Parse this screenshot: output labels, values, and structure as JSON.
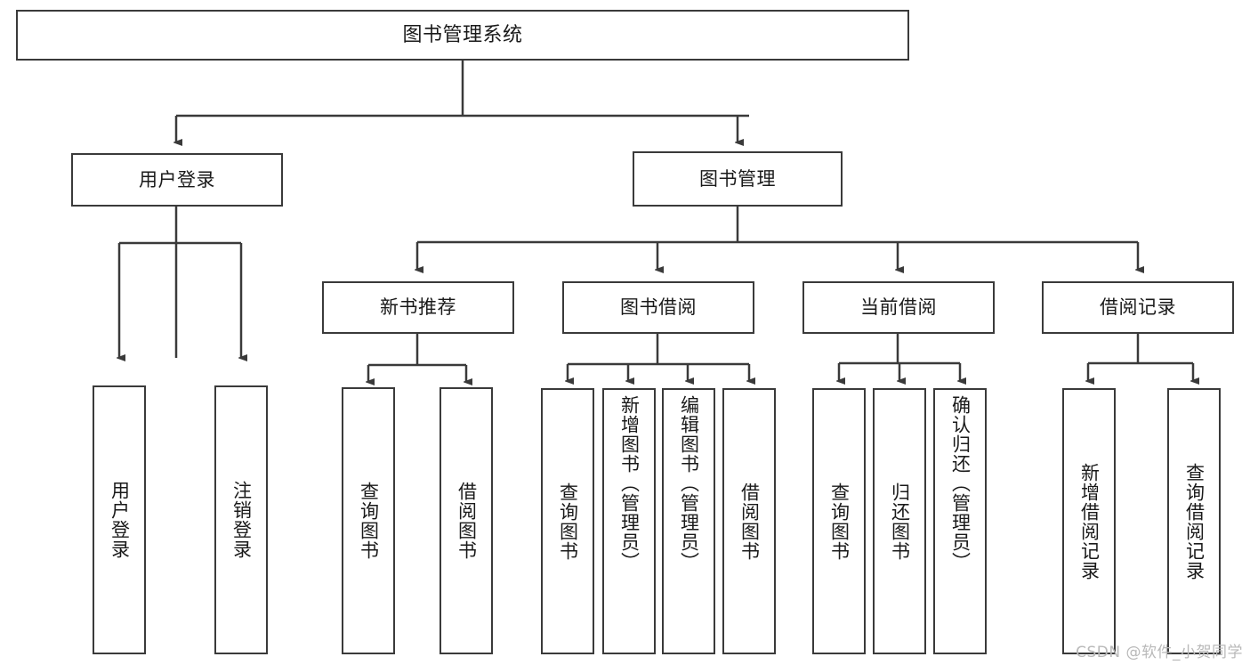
{
  "diagram": {
    "title": "图书管理系统",
    "watermark": "CSDN @软件_小贺同学",
    "line_color": "#3a3a3a",
    "text_color": "#1a1a1a",
    "background": "#ffffff",
    "nodes": {
      "root": {
        "label": "图书管理系统"
      },
      "level2": [
        {
          "id": "user-login",
          "label": "用户登录"
        },
        {
          "id": "book-management",
          "label": "图书管理"
        }
      ],
      "level3": [
        {
          "id": "new-book-recommend",
          "label": "新书推荐"
        },
        {
          "id": "book-borrow",
          "label": "图书借阅"
        },
        {
          "id": "current-borrow",
          "label": "当前借阅"
        },
        {
          "id": "borrow-record",
          "label": "借阅记录"
        }
      ],
      "leaves": {
        "user_login": [
          {
            "id": "leaf-user-login",
            "label": "用户登录"
          },
          {
            "id": "leaf-logout-login",
            "label": "注销登录"
          }
        ],
        "new_book_recommend": [
          {
            "id": "leaf-query-book-1",
            "label": "查询图书"
          },
          {
            "id": "leaf-borrow-book-1",
            "label": "借阅图书"
          }
        ],
        "book_borrow": [
          {
            "id": "leaf-query-book-2",
            "label": "查询图书"
          },
          {
            "id": "leaf-add-book",
            "label": "新增图书（管理员）"
          },
          {
            "id": "leaf-edit-book",
            "label": "编辑图书（管理员）"
          },
          {
            "id": "leaf-borrow-book-2",
            "label": "借阅图书"
          }
        ],
        "current_borrow": [
          {
            "id": "leaf-query-book-3",
            "label": "查询图书"
          },
          {
            "id": "leaf-return-book",
            "label": "归还图书"
          },
          {
            "id": "leaf-confirm-return",
            "label": "确认归还（管理员）"
          }
        ],
        "borrow_record": [
          {
            "id": "leaf-add-borrow-record",
            "label": "新增借阅记录"
          },
          {
            "id": "leaf-query-borrow-record",
            "label": "查询借阅记录"
          }
        ]
      }
    }
  }
}
